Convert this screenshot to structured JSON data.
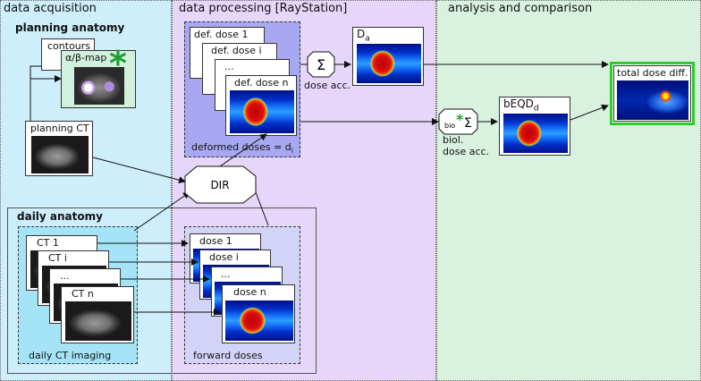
{
  "sections": {
    "acquisition": "data acquisition",
    "processing": "data processing [RayStation]",
    "analysis": "analysis and comparison"
  },
  "planning": {
    "title": "planning anatomy",
    "contours": "contours",
    "alpha_beta_map": "α/β-map",
    "planning_ct": "planning CT"
  },
  "daily": {
    "title": "daily anatomy",
    "ct_labels": [
      "CT 1",
      "CT i",
      "...",
      "CT n"
    ],
    "caption": "daily CT imaging"
  },
  "deformed": {
    "labels": [
      "def. dose 1",
      "def. dose i",
      "...",
      "def. dose n"
    ],
    "caption_text": "deformed doses = d",
    "caption_sub": "i"
  },
  "forward": {
    "labels": [
      "dose 1",
      "dose i",
      "...",
      "dose n"
    ],
    "caption": "forward doses"
  },
  "dir_label": "DIR",
  "sum_symbol": "Σ",
  "dose_acc": "dose acc.",
  "da_main": "D",
  "da_sub": "a",
  "bio_sub": "bio",
  "biol_line1": "biol.",
  "biol_line2": "dose acc.",
  "beqd_main": "bEQD",
  "beqd_sub": "d",
  "total": "total dose diff.",
  "asterisk": "*",
  "colors": {
    "acquisition_bg": "#cdeefa",
    "processing_bg": "#e6d7fa",
    "analysis_bg": "#d8f2df",
    "deformed_bg": "#a8a8f2",
    "forward_bg": "#d3d3f8",
    "planning_bg": "#d2f0de",
    "accent_green": "#1e9e2e"
  }
}
